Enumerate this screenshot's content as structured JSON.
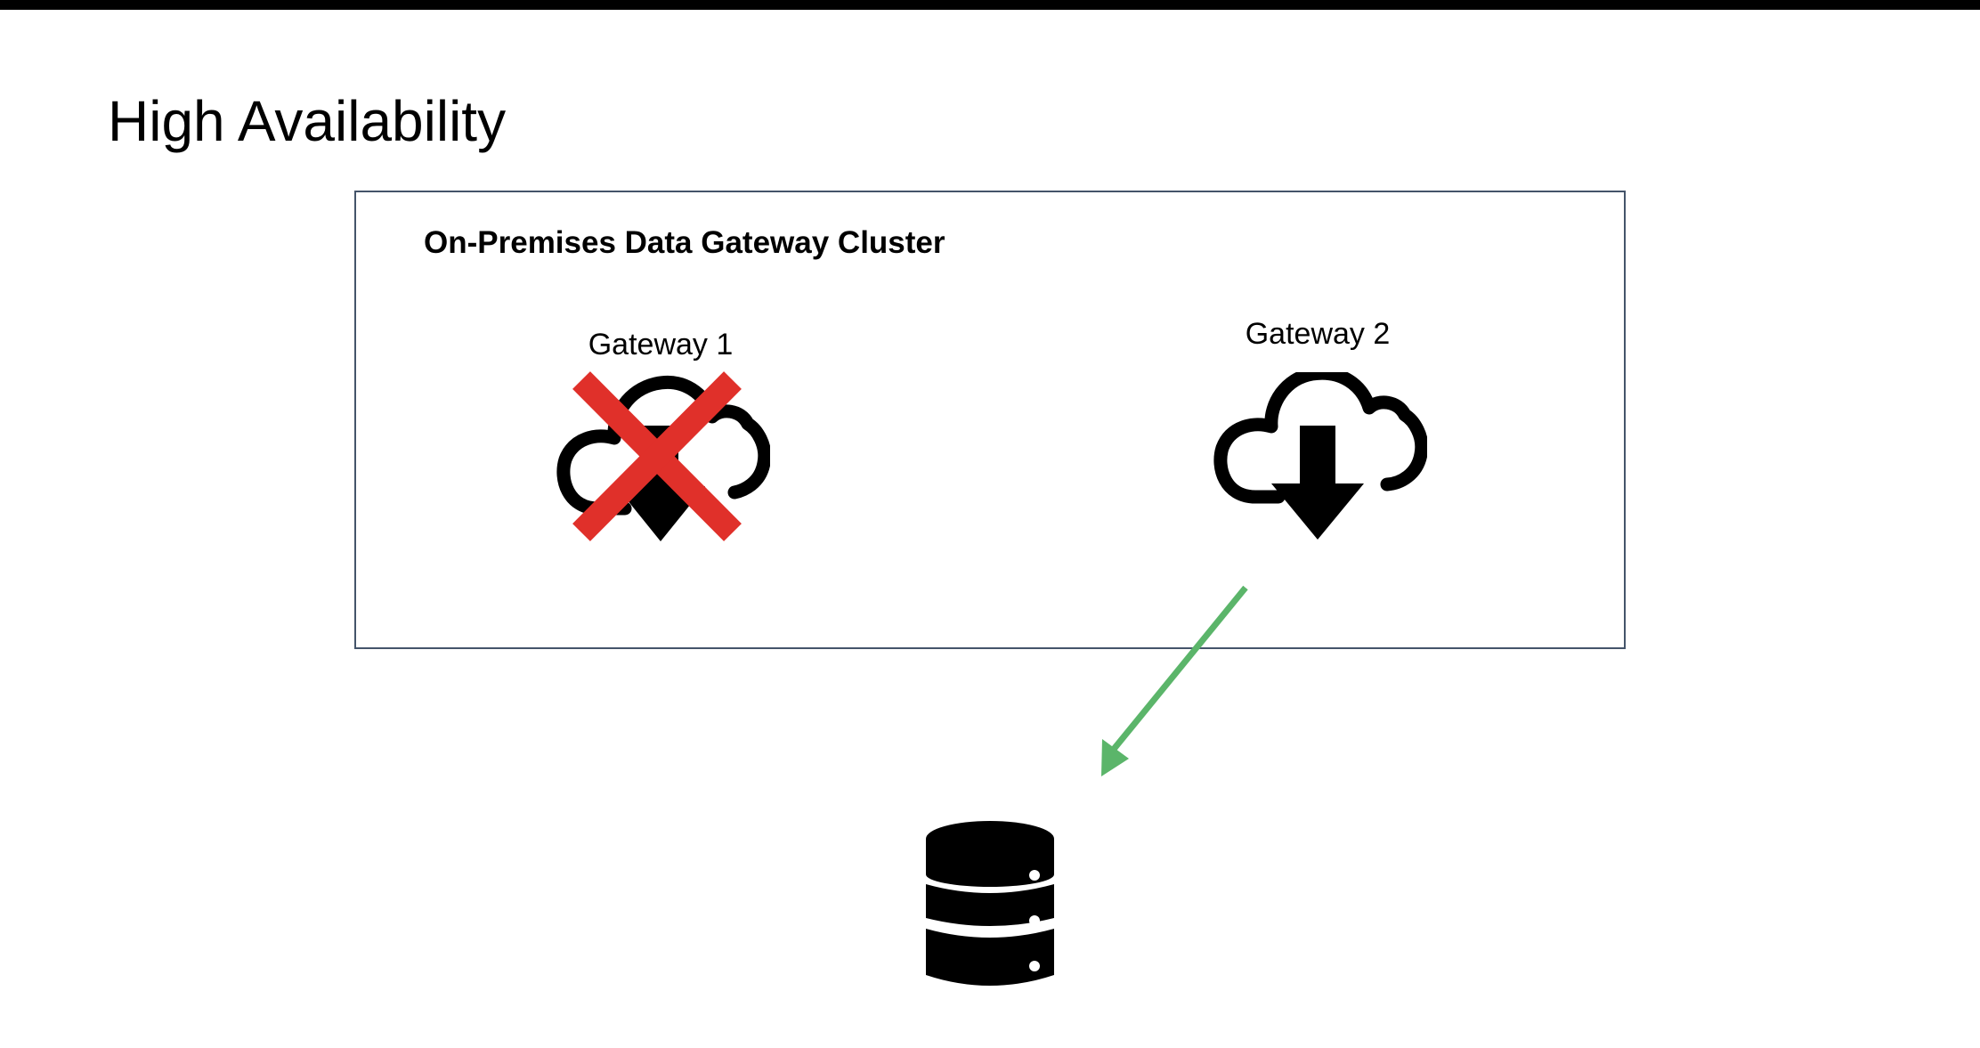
{
  "slide": {
    "title": "High Availability"
  },
  "cluster": {
    "title": "On-Premises Data Gateway Cluster",
    "gateways": [
      {
        "label": "Gateway 1",
        "icon": "cloud-download-icon",
        "status": "failed"
      },
      {
        "label": "Gateway 2",
        "icon": "cloud-download-icon",
        "status": "active"
      }
    ]
  },
  "connection": {
    "from": "Gateway 2",
    "to": "database-icon"
  },
  "colors": {
    "background": "#ffffff",
    "top_bar": "#000000",
    "box_border": "#44546A",
    "failure_x": "#E0302A",
    "arrow": "#5BB56A",
    "icon": "#000000"
  }
}
